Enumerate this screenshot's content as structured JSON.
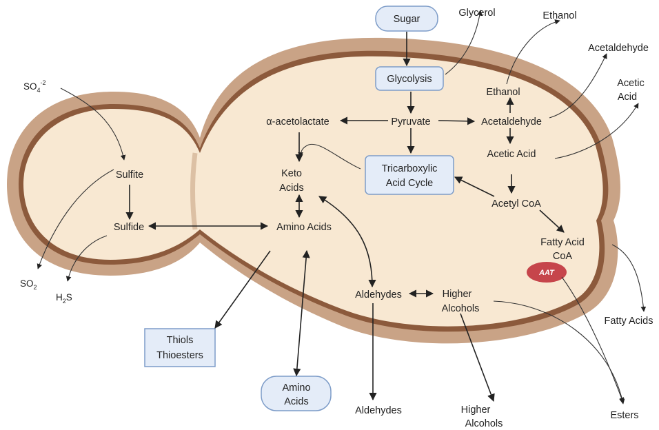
{
  "colors": {
    "membrane_outer": "#c9a386",
    "membrane_ring": "#8c5a3c",
    "cytoplasm": "#f8e8d2",
    "box_fill": "#e4ecf8",
    "box_stroke": "#7d9cc8",
    "enzyme_fill": "#c6454b",
    "arrow": "#222222"
  },
  "nodes": {
    "sugar": "Sugar",
    "glycolysis": "Glycolysis",
    "pyruvate": "Pyruvate",
    "acetolactate": "α-acetolactate",
    "acetaldehyde_in": "Acetaldehyde",
    "ethanol_in": "Ethanol",
    "acetic_acid_in": "Acetic Acid",
    "tca_line1": "Tricarboxylic",
    "tca_line2": "Acid Cycle",
    "acetyl_coa": "Acetyl CoA",
    "fatty_acid_coa_line1": "Fatty Acid",
    "fatty_acid_coa_line2": "CoA",
    "aat": "AAT",
    "keto_line1": "Keto",
    "keto_line2": "Acids",
    "amino_acids_in": "Amino Acids",
    "sulfite": "Sulfite",
    "sulfide": "Sulfide",
    "aldehydes_in": "Aldehydes",
    "higher_alcohols_in_line1": "Higher",
    "higher_alcohols_in_line2": "Alcohols"
  },
  "external": {
    "glycerol": "Glycerol",
    "ethanol": "Ethanol",
    "acetaldehyde": "Acetaldehyde",
    "acetic_acid_line1": "Acetic",
    "acetic_acid_line2": "Acid",
    "so4_base": "SO",
    "so4_sub": "4",
    "so4_sup": "-2",
    "so2_base": "SO",
    "so2_sub": "2",
    "h2s_h": "H",
    "h2s_sub": "2",
    "h2s_s": "S",
    "thiols_line1": "Thiols",
    "thiols_line2": "Thioesters",
    "amino_acids_line1": "Amino",
    "amino_acids_line2": "Acids",
    "aldehydes": "Aldehydes",
    "higher_alcohols_line1": "Higher",
    "higher_alcohols_line2": "Alcohols",
    "fatty_acids": "Fatty Acids",
    "esters": "Esters"
  }
}
